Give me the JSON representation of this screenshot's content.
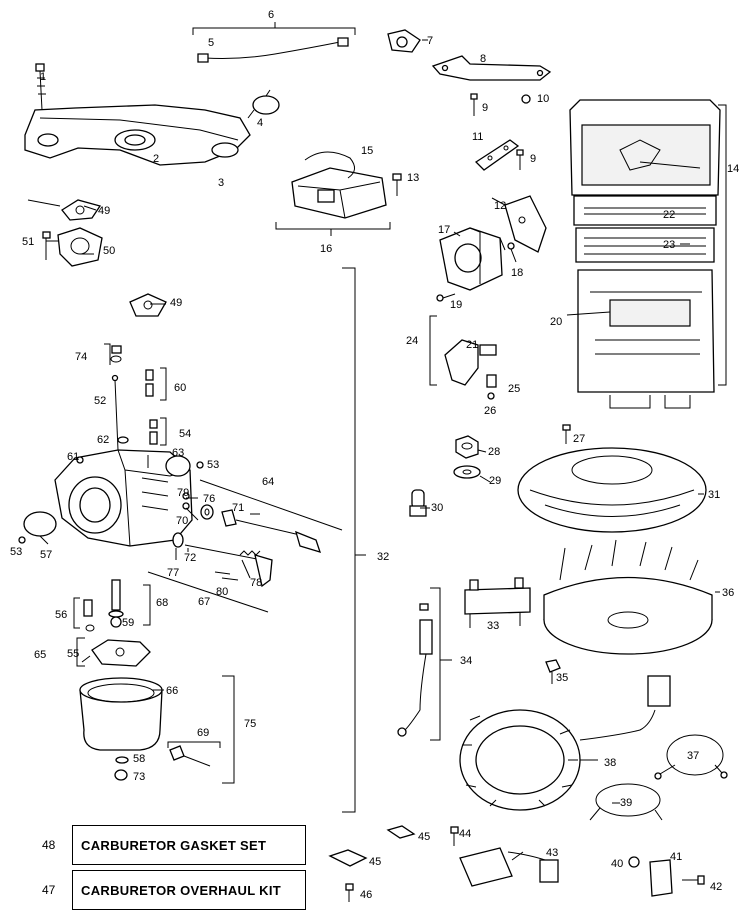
{
  "callouts": [
    "1",
    "2",
    "3",
    "4",
    "5",
    "6",
    "7",
    "8",
    "9",
    "9",
    "10",
    "11",
    "12",
    "13",
    "14",
    "15",
    "16",
    "17",
    "18",
    "19",
    "20",
    "21",
    "22",
    "23",
    "24",
    "25",
    "26",
    "27",
    "28",
    "29",
    "30",
    "31",
    "32",
    "33",
    "34",
    "35",
    "36",
    "37",
    "38",
    "39",
    "40",
    "41",
    "42",
    "43",
    "44",
    "45",
    "45",
    "46",
    "49",
    "49",
    "50",
    "51",
    "52",
    "53",
    "53",
    "54",
    "55",
    "56",
    "57",
    "58",
    "59",
    "60",
    "61",
    "62",
    "63",
    "64",
    "65",
    "66",
    "67",
    "68",
    "69",
    "70",
    "71",
    "72",
    "73",
    "74",
    "75",
    "76",
    "77",
    "78",
    "79",
    "80"
  ],
  "kits": [
    {
      "number": "48",
      "label": "CARBURETOR GASKET SET"
    },
    {
      "number": "47",
      "label": "CARBURETOR OVERHAUL KIT"
    }
  ]
}
